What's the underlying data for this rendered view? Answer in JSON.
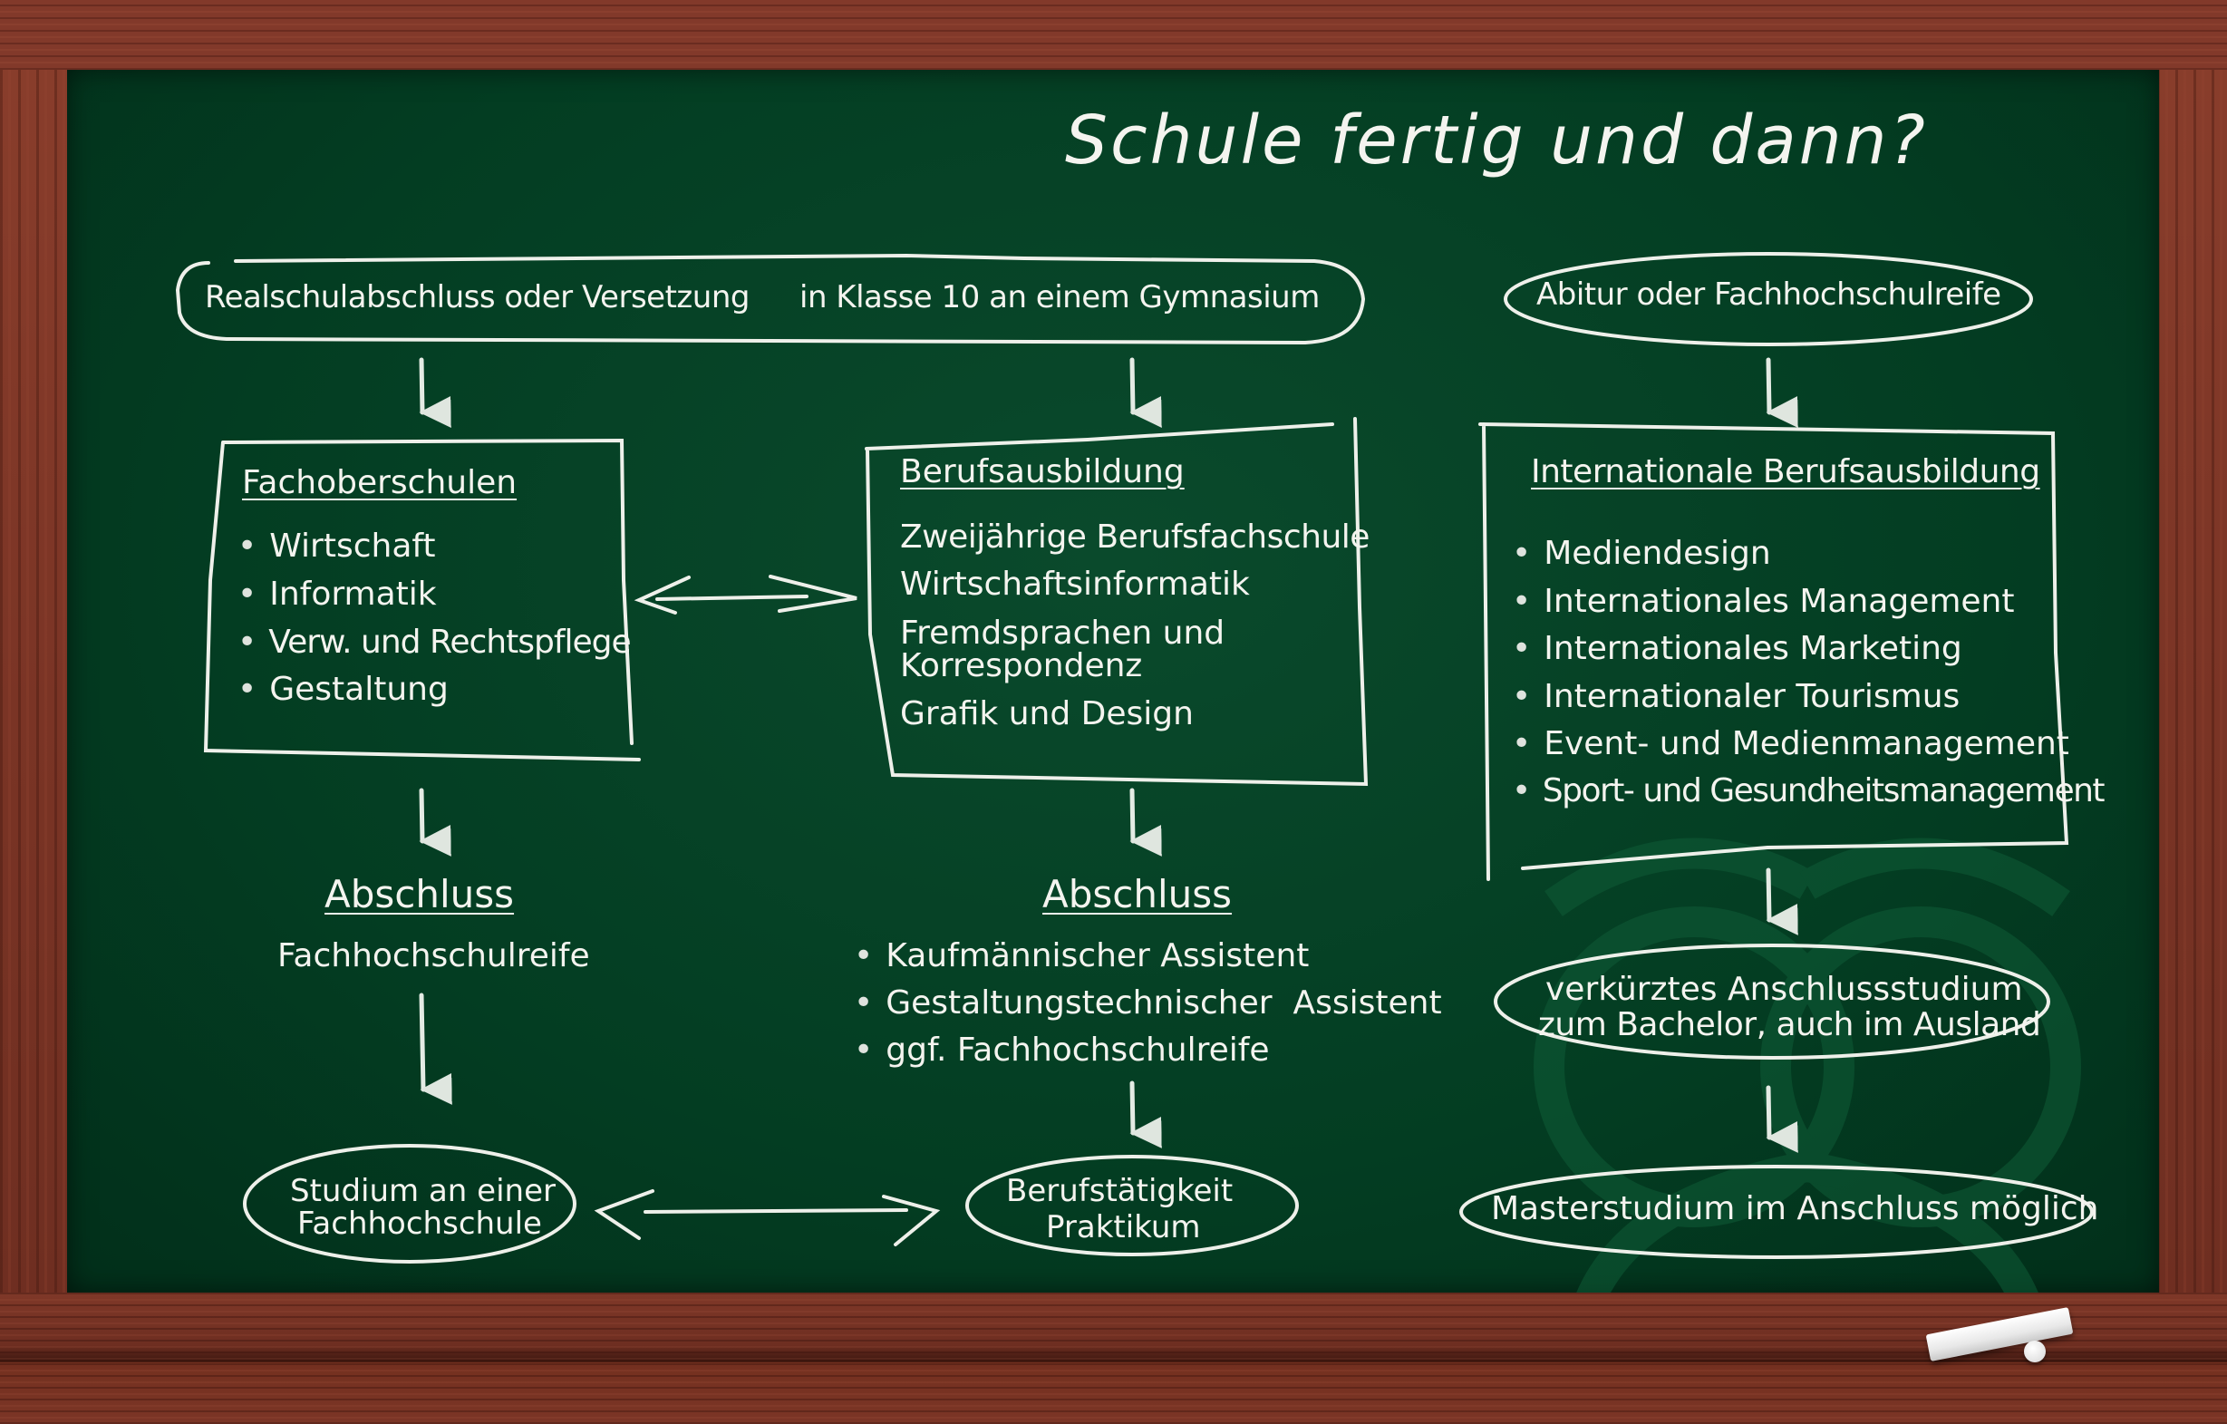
{
  "title": "Schule fertig und dann?",
  "start_left": {
    "part1": "Realschulabschluss oder Versetzung",
    "part2": "in Klasse 10 an einem Gymnasium"
  },
  "start_right": "Abitur oder Fachhochschulreife",
  "box_fachoberschulen": {
    "heading": "Fachoberschulen",
    "items": [
      "Wirtschaft",
      "Informatik",
      "Verw. und Rechtspflege",
      "Gestaltung"
    ]
  },
  "box_berufsausbildung": {
    "heading": "Berufsausbildung",
    "items": [
      "Zweijährige Berufsfachschule",
      "Wirtschaftsinformatik",
      "Fremdsprachen und",
      "Korrespondenz",
      "Grafik und Design"
    ]
  },
  "box_international": {
    "heading": "Internationale Berufsausbildung",
    "items": [
      "Mediendesign",
      "Internationales Management",
      "Internationales Marketing",
      "Internationaler Tourismus",
      "Event- und Medienmanagement",
      "Sport- und Gesundheitsmanagement"
    ]
  },
  "abschluss_left": {
    "heading": "Abschluss",
    "text": "Fachhochschulreife"
  },
  "abschluss_center": {
    "heading": "Abschluss",
    "items": [
      "Kaufmännischer Assistent",
      "Gestaltungstechnischer  Assistent",
      "ggf. Fachhochschulreife"
    ]
  },
  "end_left": {
    "line1": "Studium an einer",
    "line2": "Fachhochschule"
  },
  "end_center": {
    "line1": "Berufstätigkeit",
    "line2": "Praktikum"
  },
  "end_right_1": {
    "line1": "verkürztes Anschlussstudium",
    "line2": "zum Bachelor, auch im Ausland"
  },
  "end_right_2": "Masterstudium im Anschluss möglich",
  "colors": {
    "board": "#033d22",
    "chalk": "#f2f2ee",
    "frame": "#7a3526",
    "watermark": "#0e5a35"
  }
}
